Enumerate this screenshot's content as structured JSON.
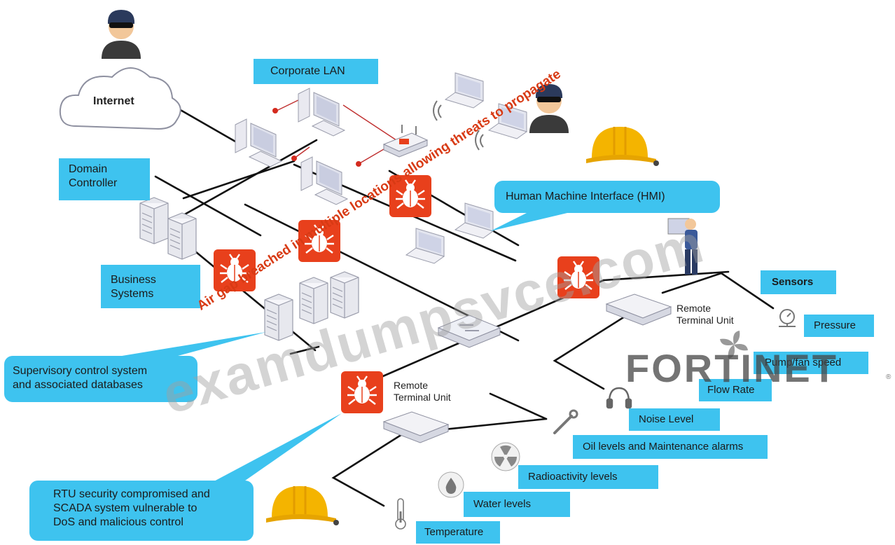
{
  "nodes": {
    "internet": "Internet",
    "corporate_lan": "Corporate LAN",
    "domain_controller_line1": "Domain",
    "domain_controller_line2": "Controller",
    "business_systems_line1": "Business",
    "business_systems_line2": "Systems",
    "hmi": "Human Machine Interface (HMI)",
    "supervisory_line1": "Supervisory control system",
    "supervisory_line2": "and associated databases",
    "rtu_top_line1": "Remote",
    "rtu_top_line2": "Terminal Unit",
    "rtu_bottom_line1": "Remote",
    "rtu_bottom_line2": "Terminal Unit",
    "rtu_compromised_line1": "RTU security compromised and",
    "rtu_compromised_line2": "SCADA system vulnerable to",
    "rtu_compromised_line3": "DoS and malicious control"
  },
  "sensors": {
    "sensors": "Sensors",
    "pressure": "Pressure",
    "pump_fan_speed": "Pump/fan speed",
    "flow_rate": "Flow Rate",
    "noise_level": "Noise Level",
    "oil_levels": "Oil levels and Maintenance alarms",
    "radioactivity": "Radioactivity levels",
    "water_levels": "Water levels",
    "temperature": "Temperature"
  },
  "annotation": "Air gap breached in multiple locations allowing threats to propagate",
  "watermark": "examdumpsvce.com",
  "brand": "FORTINET",
  "colors": {
    "label_bg": "#3ec3ef",
    "threat_red": "#e8401c",
    "annotation_red": "#d83a14",
    "hardhat_yellow": "#f4b400",
    "line": "#111111"
  },
  "icons": [
    "cloud-icon",
    "hacker-icon",
    "server-icon",
    "desktop-icon",
    "laptop-icon",
    "router-icon",
    "switch-icon",
    "bug-icon",
    "hardhat-icon",
    "operator-icon",
    "rtu-icon",
    "gauge-icon",
    "fan-icon",
    "headphones-icon",
    "wrench-icon",
    "radiation-icon",
    "water-drop-icon",
    "thermometer-icon",
    "wifi-icon"
  ]
}
